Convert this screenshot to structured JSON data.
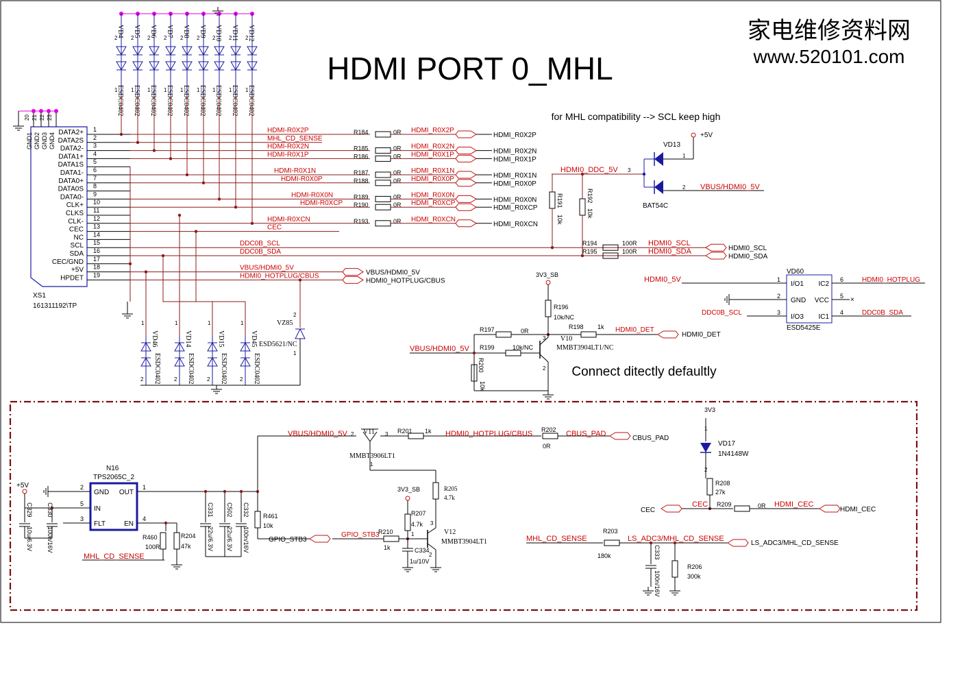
{
  "title": "HDMI PORT 0_MHL",
  "watermark": {
    "line1": "家电维修资料网",
    "line2": "www.520101.com"
  },
  "notes": {
    "mhl_note": "for MHL compatibility --> SCL keep high",
    "connect_note": "Connect ditectly defaultly"
  },
  "connector": {
    "ref": "XS1",
    "part": "161311192\\TP",
    "pins": [
      "1",
      "2",
      "3",
      "4",
      "5",
      "6",
      "7",
      "8",
      "9",
      "10",
      "11",
      "12",
      "13",
      "14",
      "15",
      "16",
      "17",
      "18",
      "19"
    ],
    "pin_labels": [
      "DATA2+",
      "DATA2S",
      "DATA2-",
      "DATA1+",
      "DATA1S",
      "DATA1-",
      "DATA0+",
      "DATA0S",
      "DATA0-",
      "CLK+",
      "CLKS",
      "CLK-",
      "CEC",
      "NC",
      "SCL",
      "SDA",
      "CEC/GND",
      "+5V",
      "HPDET"
    ],
    "gnd_pins": [
      "20",
      "21",
      "22",
      "23"
    ],
    "gnd_labels": [
      "GND1",
      "GND2",
      "GND3",
      "GND4"
    ]
  },
  "top_diodes": {
    "refs": [
      "VD4",
      "VD5",
      "VD6",
      "VD7",
      "VD8",
      "VD9",
      "VD10",
      "VD11",
      "VD12"
    ],
    "part": "ESDC0402",
    "pin_top": "2",
    "pin_bot": "1"
  },
  "bottom_diodes": [
    {
      "ref": "VD46",
      "part": "ESDC0402"
    },
    {
      "ref": "VD14",
      "part": "ESDC0402"
    },
    {
      "ref": "VD15",
      "part": "ESDC0402"
    },
    {
      "ref": "VD45",
      "part": "ESDC0402"
    }
  ],
  "vz85": {
    "ref": "VZ85",
    "part": "ESD5621/NC"
  },
  "signals": [
    {
      "net": "HDMI-R0X2P",
      "res": "R184",
      "val": "0R",
      "net2": "HDMI_R0X2P",
      "port": "HDMI_R0X2P"
    },
    {
      "net": "MHL_CD_SENSE",
      "res": "",
      "val": "",
      "net2": "",
      "port": ""
    },
    {
      "net": "HDMI-R0X2N",
      "res": "R185",
      "val": "0R",
      "net2": "HDMI_R0X2N",
      "port": "HDMI_R0X2N"
    },
    {
      "net": "HDMI-R0X1P",
      "res": "R186",
      "val": "0R",
      "net2": "HDMI_R0X1P",
      "port": "HDMI_R0X1P"
    },
    {
      "net": "HDMI-R0X1N",
      "res": "R187",
      "val": "0R",
      "net2": "HDMI_R0X1N",
      "port": "HDMI_R0X1N"
    },
    {
      "net": "HDMI-R0X0P",
      "res": "R188",
      "val": "0R",
      "net2": "HDMI_R0X0P",
      "port": "HDMI_R0X0P"
    },
    {
      "net": "HDMI-R0X0N",
      "res": "R189",
      "val": "0R",
      "net2": "HDMI_R0X0N",
      "port": "HDMI_R0X0N"
    },
    {
      "net": "HDMI-R0XCP",
      "res": "R190",
      "val": "0R",
      "net2": "HDMI_R0XCP",
      "port": "HDMI_R0XCP"
    },
    {
      "net": "HDMI-R0XCN",
      "res": "R193",
      "val": "0R",
      "net2": "HDMI_R0XCN",
      "port": "HDMI_R0XCN"
    },
    {
      "net": "CEC",
      "res": "",
      "val": "",
      "net2": "",
      "port": ""
    },
    {
      "net": "DDC0B_SCL",
      "res": "R194",
      "val": "100R",
      "net2": "HDMI0_SCL",
      "port": "HDMI0_SCL"
    },
    {
      "net": "DDC0B_SDA",
      "res": "R195",
      "val": "100R",
      "net2": "HDMI0_SDA",
      "port": "HDMI0_SDA"
    },
    {
      "net": "VBUS/HDMI0_5V",
      "res": "",
      "val": "",
      "net2": "",
      "port": "VBUS/HDMI0_5V"
    },
    {
      "net": "HDMI0_HOTPLUG/CBUS",
      "res": "",
      "val": "",
      "net2": "",
      "port": "HDMI0_HOTPLUG/CBUS"
    }
  ],
  "ddc_block": {
    "net": "HDMI0_DDC_5V",
    "r191": "R191",
    "r191_val": "10k",
    "r192": "R192",
    "r192_val": "10k",
    "vd13": "VD13",
    "bat": "BAT54C",
    "plus5v": "+5V",
    "vbus": "VBUS/HDMI0_5V",
    "pin1": "1",
    "pin2": "2",
    "pin3": "3"
  },
  "esd5425": {
    "ref": "VD60",
    "part": "ESD5425E",
    "left_pins": [
      "I/O1",
      "GND",
      "I/O3"
    ],
    "right_pins": [
      "IC2",
      "VCC",
      "IC1"
    ],
    "left_nums": [
      "1",
      "2",
      "3"
    ],
    "right_nums": [
      "6",
      "5",
      "4"
    ],
    "left_nets": [
      "HDMI0_5V",
      "",
      "DDC0B_SCL"
    ],
    "right_nets": [
      "HDMI0_HOTPLUG",
      "",
      "DDC0B_SDA"
    ]
  },
  "det_block": {
    "v3": "3V3_SB",
    "r196": "R196",
    "r196_val": "10k/NC",
    "r197": "R197",
    "r197_val": "0R",
    "r198": "R198",
    "r198_val": "1k",
    "r199": "R199",
    "r199_val": "10k/NC",
    "r200": "R200",
    "r200_val": "10k",
    "q": "V10",
    "q_part": "MMBT3904LT1/NC",
    "net_det": "HDMI0_DET",
    "port_det": "HDMI0_DET",
    "vbus": "VBUS/HDMI0_5V"
  },
  "bottom": {
    "v11": "V11",
    "v11_part": "MMBT3906LT1",
    "vbus": "VBUS/HDMI0_5V",
    "r201": "R201",
    "r201_val": "1k",
    "hotplug": "HDMI0_HOTPLUG/CBUS",
    "r202": "R202",
    "r202_val": "0R",
    "cbus_pad": "CBUS_PAD",
    "cbus_port": "CBUS_PAD",
    "r205": "R205",
    "r205_val": "4.7k",
    "v3sb": "3V3_SB",
    "r207": "R207",
    "r207_val": "4.7k",
    "c334": "C334",
    "c334_val": "1u/10V",
    "v12": "V12",
    "v12_part": "MMBT3904LT1",
    "r210": "R210",
    "r210_val": "1k",
    "gpio_net": "GPIO_STB3",
    "gpio_port": "GPIO_STB3",
    "n16": "N16",
    "n16_part": "TPS2065C_2",
    "n16_pins_l": [
      "GND",
      "IN",
      "FLT"
    ],
    "n16_pins_r": [
      "OUT",
      "EN"
    ],
    "n16_nums_l": [
      "2",
      "5",
      "3"
    ],
    "n16_nums_r": [
      "1",
      "4"
    ],
    "plus5v": "+5V",
    "c329": "C329",
    "c329_val": "10u/6.3V",
    "c330": "C330",
    "c330_val": "100n/16V",
    "r460": "R460",
    "r460_val": "100R",
    "r204": "R204",
    "r204_val": "47k",
    "mhl_cd": "MHL_CD_SENSE",
    "c331": "C331",
    "c331_val": "22u/6.3V",
    "c502": "C502",
    "c502_val": "22u/6.3V",
    "c332": "C332",
    "c332_val": "100n/16V",
    "r461": "R461",
    "r461_val": "10k",
    "v3v3": "3V3",
    "vd17": "VD17",
    "vd17_part": "1N4148W",
    "r208": "R208",
    "r208_val": "27k",
    "cec_port": "CEC",
    "cec_net": "CEC",
    "r209": "R209",
    "r209_val": "0R",
    "hdmi_cec": "HDMI_CEC",
    "hdmi_cec_port": "HDMI_CEC",
    "r203": "R203",
    "r203_val": "180k",
    "mhl_cd2": "MHL_CD_SENSE",
    "ls_adc": "LS_ADC3/MHL_CD_SENSE",
    "ls_port": "LS_ADC3/MHL_CD_SENSE",
    "c333": "C333",
    "c333_val": "100n/16V",
    "r206": "R206",
    "r206_val": "300k"
  },
  "colors": {
    "wire": "#8b1a1a",
    "net": "#cc0000",
    "part": "#1a1aa0",
    "text": "#000000",
    "dash": "#7a1010"
  }
}
